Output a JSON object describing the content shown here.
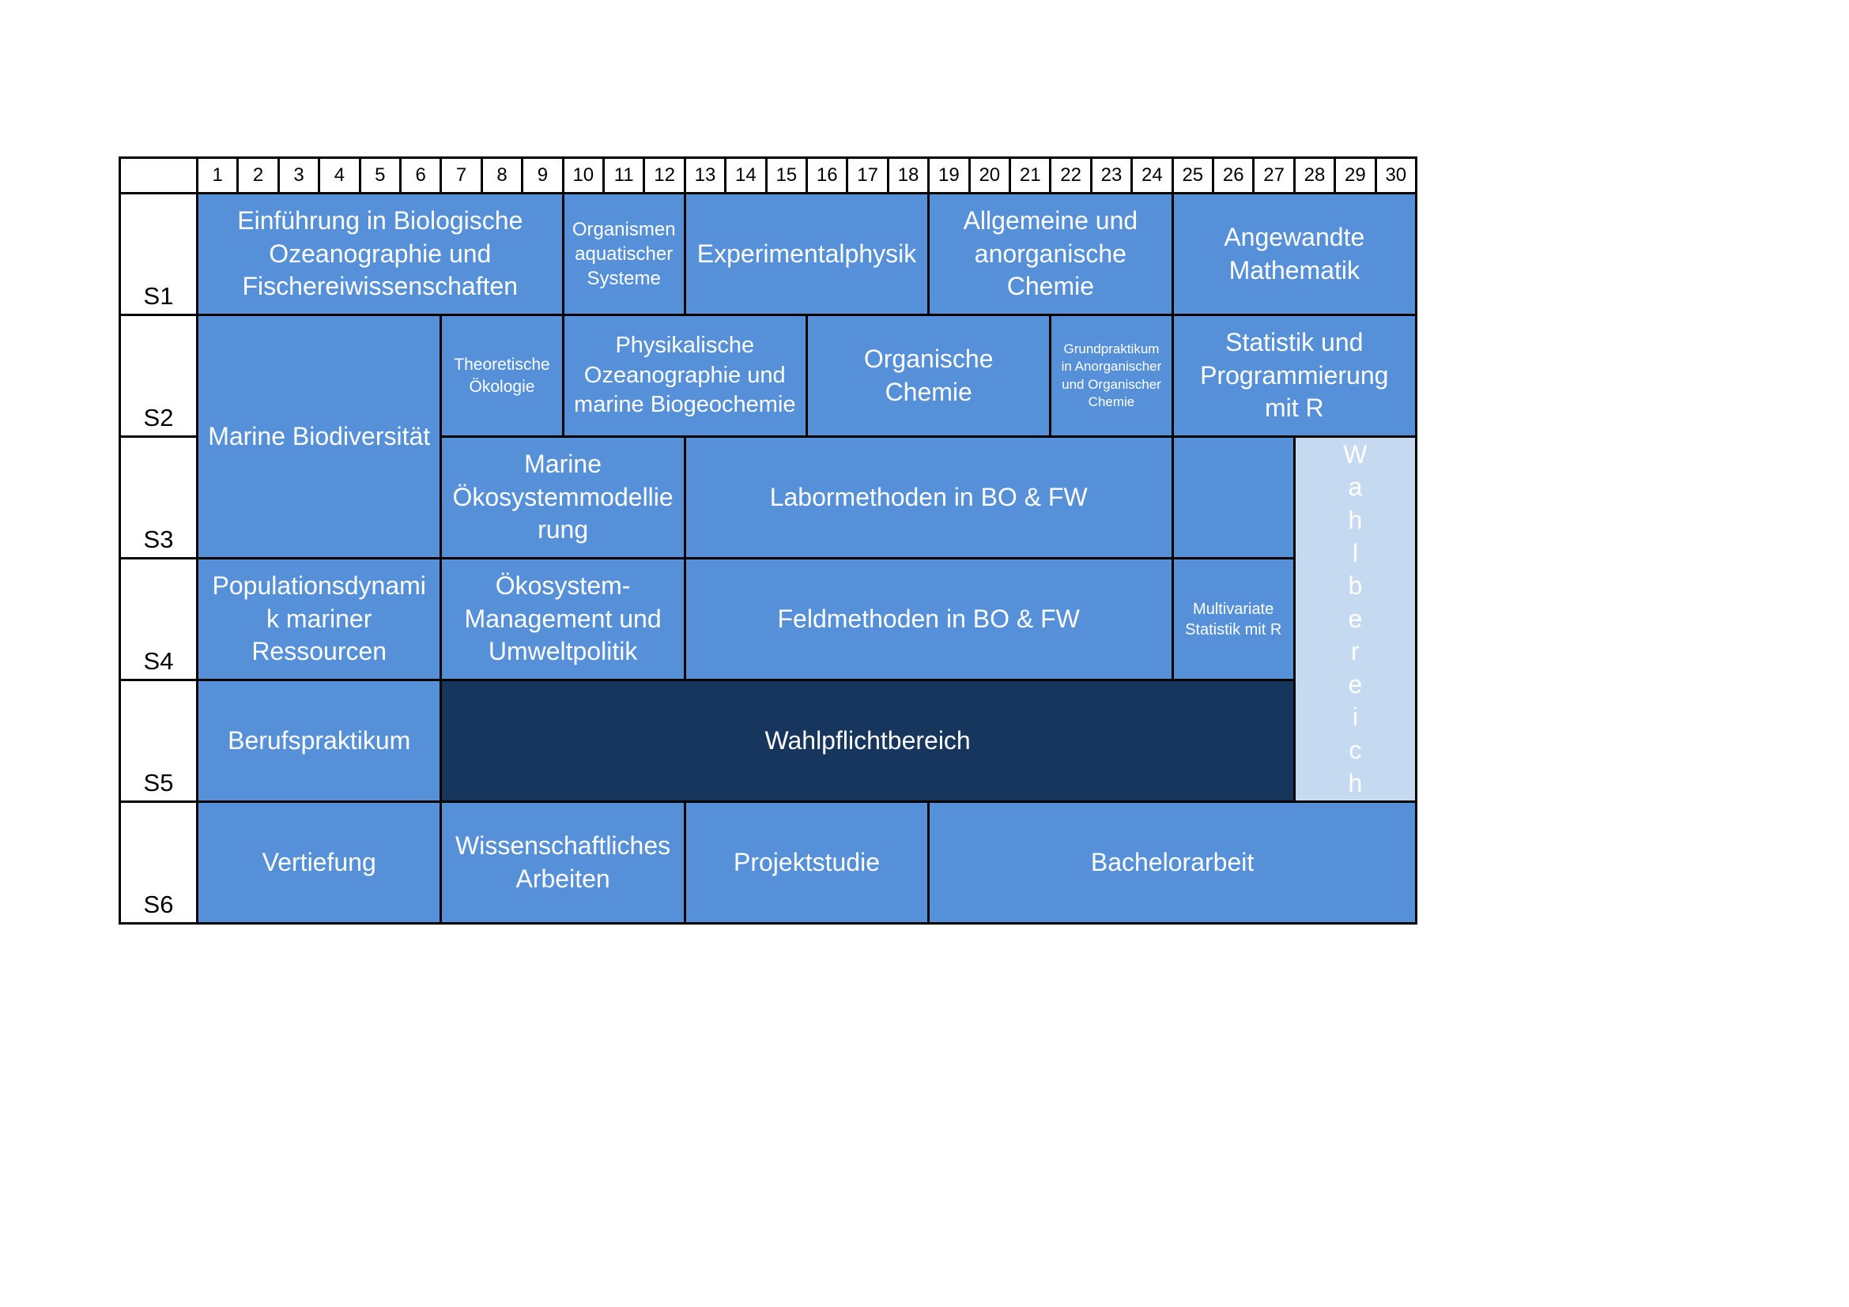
{
  "columns": [
    "1",
    "2",
    "3",
    "4",
    "5",
    "6",
    "7",
    "8",
    "9",
    "10",
    "11",
    "12",
    "13",
    "14",
    "15",
    "16",
    "17",
    "18",
    "19",
    "20",
    "21",
    "22",
    "23",
    "24",
    "25",
    "26",
    "27",
    "28",
    "29",
    "30"
  ],
  "semesters": [
    "S1",
    "S2",
    "S3",
    "S4",
    "S5",
    "S6"
  ],
  "modules": [
    {
      "label": "Einführung in Biologische\nOzeanographie und\nFischereiwissenschaften",
      "c1": 1,
      "c2": 9,
      "r1": 1,
      "r2": 1,
      "size": 32,
      "style": "mid"
    },
    {
      "label": "Organismen\naquatischer\nSysteme",
      "c1": 10,
      "c2": 12,
      "r1": 1,
      "r2": 1,
      "size": 24,
      "style": "mid"
    },
    {
      "label": "Experimentalphysik",
      "c1": 13,
      "c2": 18,
      "r1": 1,
      "r2": 1,
      "size": 32,
      "style": "mid"
    },
    {
      "label": "Allgemeine und\nanorganische\nChemie",
      "c1": 19,
      "c2": 24,
      "r1": 1,
      "r2": 1,
      "size": 32,
      "style": "mid"
    },
    {
      "label": "Angewandte\nMathematik",
      "c1": 25,
      "c2": 30,
      "r1": 1,
      "r2": 1,
      "size": 32,
      "style": "mid"
    },
    {
      "label": "Marine Biodiversität",
      "c1": 1,
      "c2": 6,
      "r1": 2,
      "r2": 3,
      "size": 32,
      "style": "mid"
    },
    {
      "label": "Theoretische\nÖkologie",
      "c1": 7,
      "c2": 9,
      "r1": 2,
      "r2": 2,
      "size": 21,
      "style": "mid"
    },
    {
      "label": "Physikalische\nOzeanographie und\nmarine Biogeochemie",
      "c1": 10,
      "c2": 15,
      "r1": 2,
      "r2": 2,
      "size": 29,
      "style": "mid"
    },
    {
      "label": "Organische\nChemie",
      "c1": 16,
      "c2": 21,
      "r1": 2,
      "r2": 2,
      "size": 32,
      "style": "mid"
    },
    {
      "label": "Grundpraktikum\nin Anorganischer\nund Organischer\nChemie",
      "c1": 22,
      "c2": 24,
      "r1": 2,
      "r2": 2,
      "size": 17,
      "style": "mid"
    },
    {
      "label": "Statistik und\nProgrammierung\nmit R",
      "c1": 25,
      "c2": 30,
      "r1": 2,
      "r2": 2,
      "size": 32,
      "style": "mid"
    },
    {
      "label": "Marine\nÖkosystemmodellie\nrung",
      "c1": 7,
      "c2": 12,
      "r1": 3,
      "r2": 3,
      "size": 32,
      "style": "mid"
    },
    {
      "label": "Labormethoden in BO & FW",
      "c1": 13,
      "c2": 24,
      "r1": 3,
      "r2": 3,
      "size": 32,
      "style": "mid"
    },
    {
      "label": "Populationsdynami\nk mariner\nRessourcen",
      "c1": 1,
      "c2": 6,
      "r1": 4,
      "r2": 4,
      "size": 32,
      "style": "mid"
    },
    {
      "label": "Ökosystem-\nManagement und\nUmweltpolitik",
      "c1": 7,
      "c2": 12,
      "r1": 4,
      "r2": 4,
      "size": 32,
      "style": "mid"
    },
    {
      "label": "Feldmethoden in BO & FW",
      "c1": 13,
      "c2": 24,
      "r1": 4,
      "r2": 4,
      "size": 32,
      "style": "mid"
    },
    {
      "label": "Multivariate\nStatistik mit R",
      "c1": 25,
      "c2": 27,
      "r1": 4,
      "r2": 4,
      "size": 20,
      "style": "mid"
    },
    {
      "label": "Berufspraktikum",
      "c1": 1,
      "c2": 6,
      "r1": 5,
      "r2": 5,
      "size": 32,
      "style": "mid"
    },
    {
      "label": "Wahlpflichtbereich",
      "c1": 7,
      "c2": 27,
      "r1": 5,
      "r2": 5,
      "size": 32,
      "style": "dark"
    },
    {
      "label": "Wahlbereich",
      "c1": 28,
      "c2": 30,
      "r1": 3,
      "r2": 5,
      "size": 32,
      "style": "light",
      "vertical": true
    },
    {
      "label": "Vertiefung",
      "c1": 1,
      "c2": 6,
      "r1": 6,
      "r2": 6,
      "size": 32,
      "style": "mid"
    },
    {
      "label": "Wissenschaftliches\nArbeiten",
      "c1": 7,
      "c2": 12,
      "r1": 6,
      "r2": 6,
      "size": 32,
      "style": "mid"
    },
    {
      "label": "Projektstudie",
      "c1": 13,
      "c2": 18,
      "r1": 6,
      "r2": 6,
      "size": 32,
      "style": "mid"
    },
    {
      "label": "Bachelorarbeit",
      "c1": 19,
      "c2": 30,
      "r1": 6,
      "r2": 6,
      "size": 32,
      "style": "mid"
    }
  ],
  "extra_cells": [
    {
      "c1": 25,
      "c2": 27,
      "r1": 3,
      "r2": 3,
      "style": "mid"
    }
  ]
}
